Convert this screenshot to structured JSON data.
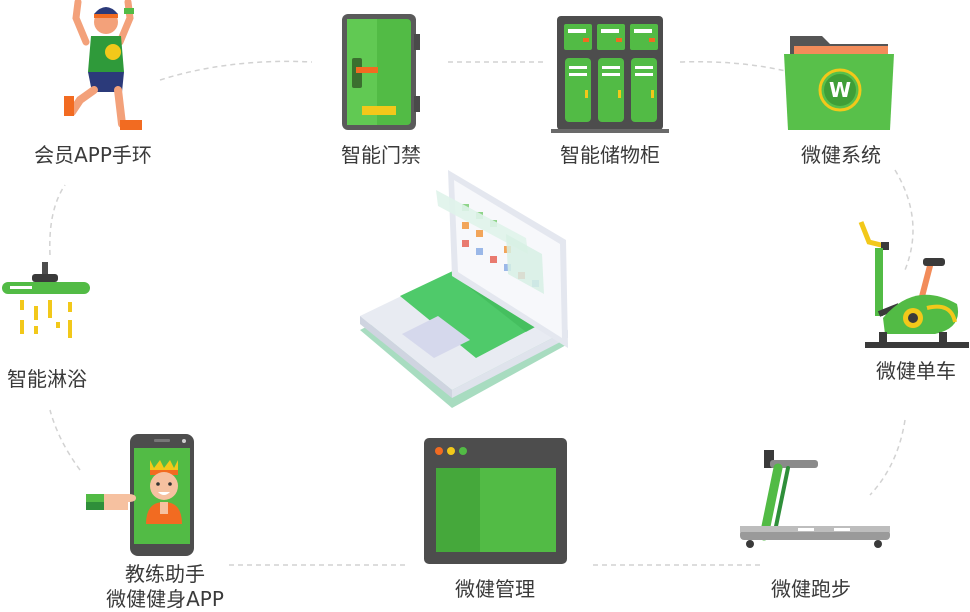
{
  "nodes": {
    "member_app": {
      "label": "会员APP手环"
    },
    "smart_door": {
      "label": "智能门禁"
    },
    "smart_locker": {
      "label": "智能储物柜"
    },
    "weijian_system": {
      "label": "微健系统",
      "logo_letter": "W"
    },
    "smart_shower": {
      "label": "智能淋浴"
    },
    "weijian_bike": {
      "label": "微健单车"
    },
    "coach_app": {
      "label_line1": "教练助手",
      "label_line2": "微健健身APP"
    },
    "weijian_mgmt": {
      "label": "微健管理"
    },
    "weijian_run": {
      "label": "微健跑步"
    }
  },
  "colors": {
    "green": "#52bb45",
    "dark_green": "#2f8f3a",
    "gray": "#4f4f4f",
    "orange": "#f26b21",
    "yellow": "#f2c81a",
    "ring": "#cfcfcf"
  }
}
